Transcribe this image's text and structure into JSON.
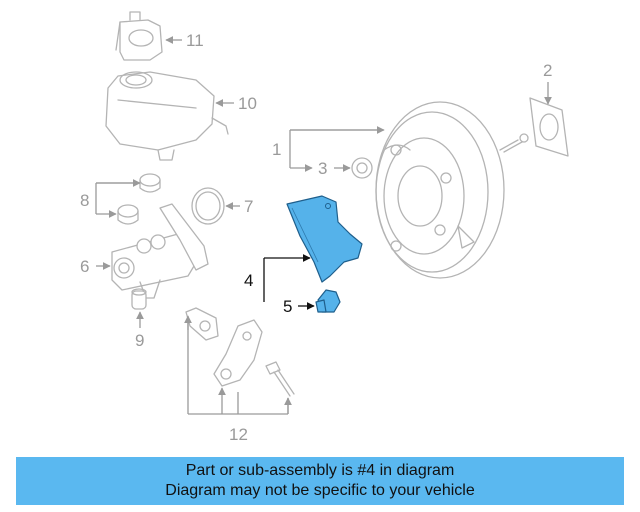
{
  "callouts": {
    "c1": "1",
    "c2": "2",
    "c3": "3",
    "c4": "4",
    "c5": "5",
    "c6": "6",
    "c7": "7",
    "c8": "8",
    "c9": "9",
    "c10": "10",
    "c11": "11",
    "c12": "12"
  },
  "highlighted_part": "4",
  "colors": {
    "highlight_fill": "#55b2ea",
    "banner": "#5ab8f0",
    "line_art": "#b4b4b4"
  },
  "banner": {
    "line1": "Part or sub-assembly is #4 in diagram",
    "line2": "Diagram may not be specific to your vehicle"
  }
}
